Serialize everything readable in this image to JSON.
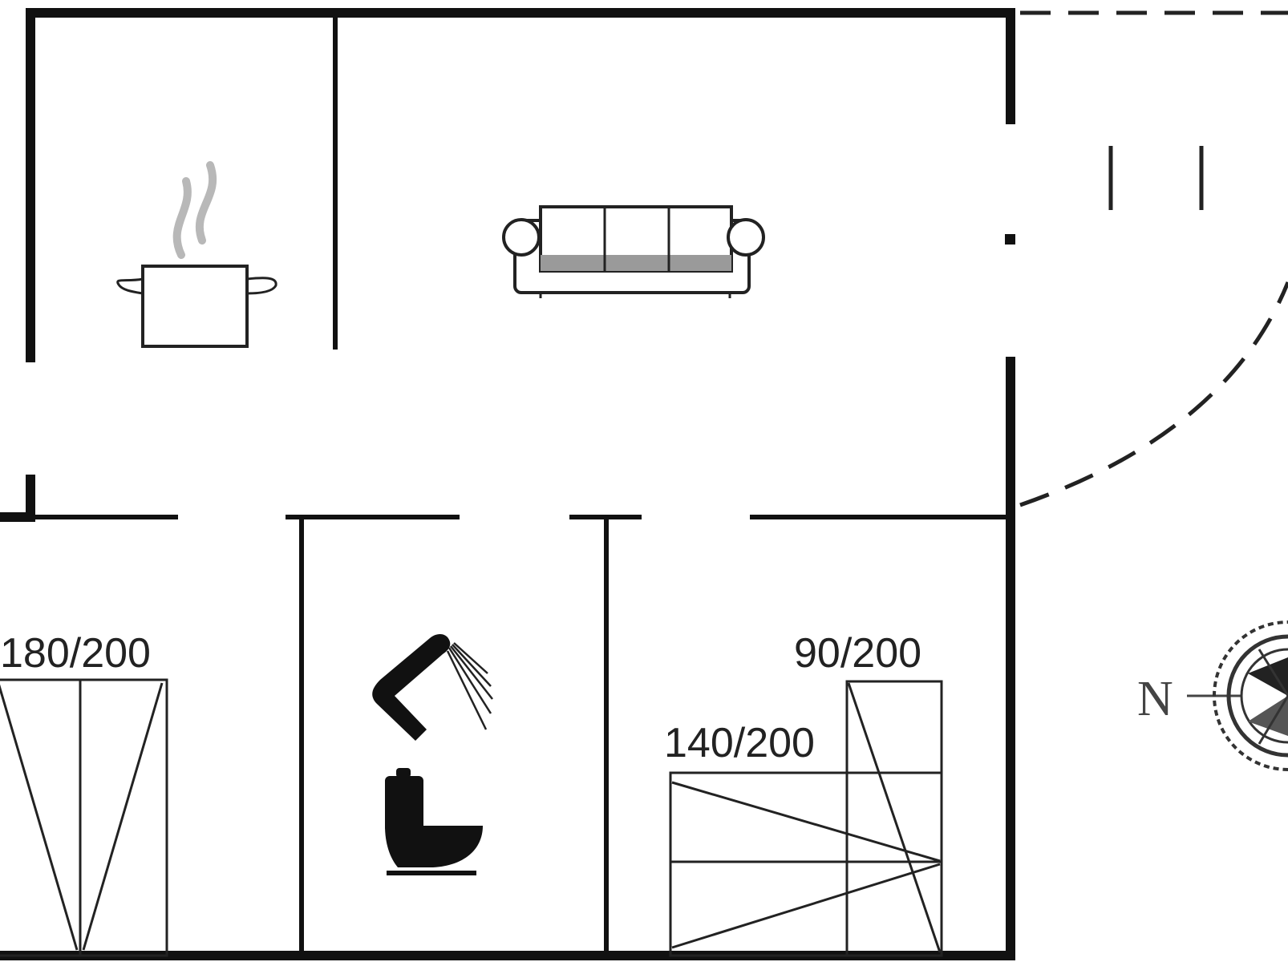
{
  "floorplan": {
    "rooms": {
      "kitchen": {
        "icon": "cooking-pot-icon"
      },
      "living_room": {
        "icon": "sofa-icon"
      },
      "bathroom": {
        "icons": [
          "shower-icon",
          "toilet-icon"
        ]
      },
      "bedroom_left": {
        "bed_label": "180/200"
      },
      "bedroom_right": {
        "bed_labels": [
          "90/200",
          "140/200"
        ]
      }
    },
    "compass": {
      "label": "N",
      "icon": "compass-rose-icon"
    }
  }
}
